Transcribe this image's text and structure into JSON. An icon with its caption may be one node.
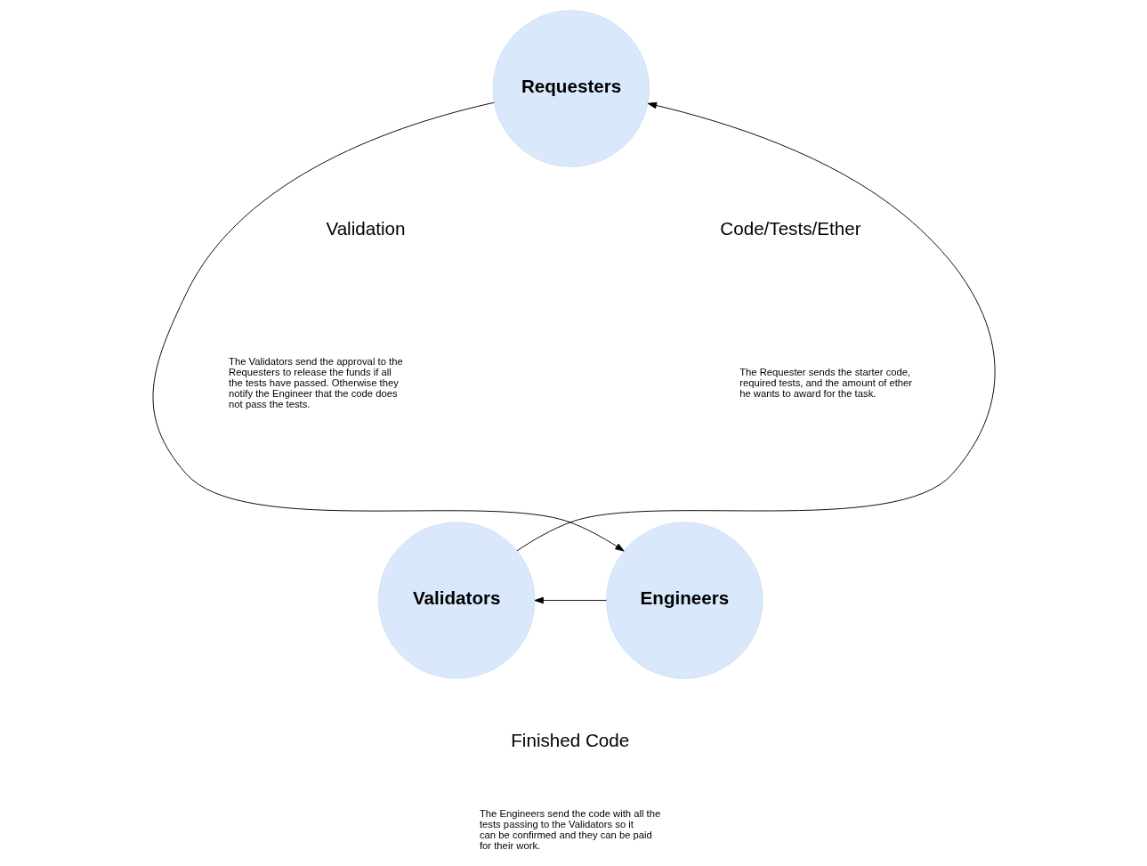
{
  "diagram": {
    "nodes": [
      {
        "text": [
          "Requesters"
        ]
      },
      {
        "text": [
          "Engineers"
        ]
      },
      {
        "text": [
          "Validators"
        ]
      }
    ],
    "edges": [
      {
        "from": 0,
        "to": 1,
        "arrow": "to"
      },
      {
        "from": 1,
        "to": 2,
        "arrow": "to"
      },
      {
        "from": 2,
        "to": 0,
        "arrow": "to"
      }
    ],
    "labels": [
      "Validation",
      "The Validators send the approval to the Requesters to release the funds if all the tests have passed. Otherwise they notify the Engineer that the code does not pass the tests.",
      "Code/Tests/Ether",
      "The Requester sends the starter code, required tests, and the amount of ether he wants to award for the task.",
      "Finished Code",
      "The Engineers send the code with all the tests passing to the Validators so it can be confirmed and they can be paid for their work."
    ]
  }
}
